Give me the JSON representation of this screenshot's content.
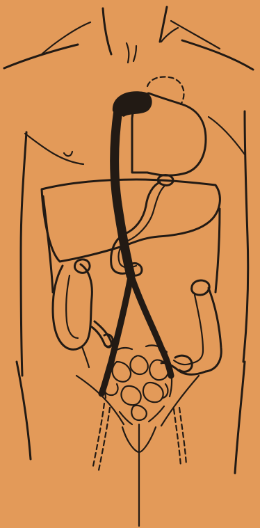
{
  "illustration": {
    "subject": "anatomical-torso-line-drawing",
    "colors": {
      "background": "#e39a59",
      "ink": "#221a14",
      "hatch": "#221a14"
    },
    "parts": [
      "torso-outline",
      "stomach",
      "liver",
      "duodenum",
      "ascending-colon",
      "descending-colon",
      "small-intestine",
      "catheter-tube"
    ]
  }
}
